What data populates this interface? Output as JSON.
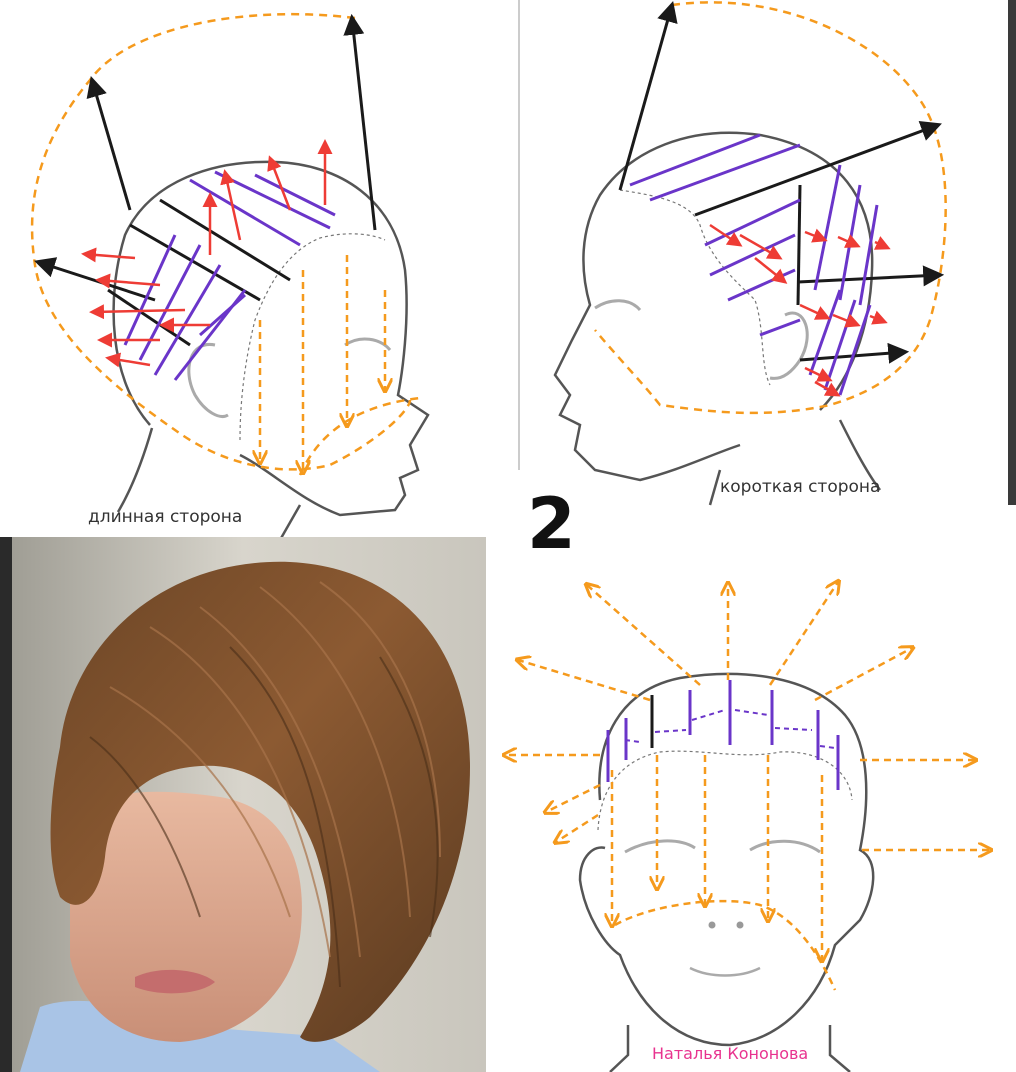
{
  "diagram": {
    "long_side_label": "длинная сторона",
    "short_side_label": "короткая сторона",
    "step_number": "2",
    "author_credit": "Наталья Кононова"
  },
  "colors": {
    "guide_orange": "#f59a1d",
    "section_purple": "#6a35c9",
    "elevation_red": "#ee3c35",
    "outline_gray": "#555555",
    "direction_black": "#1a1a1a",
    "credit_pink": "#e8338f"
  },
  "photo": {
    "subject": "woman-with-asymmetric-bob"
  }
}
